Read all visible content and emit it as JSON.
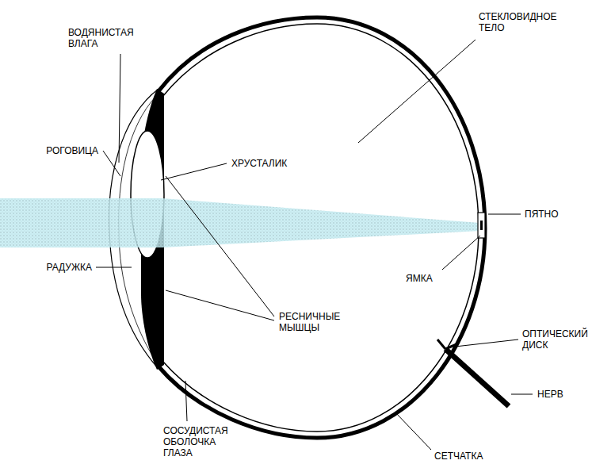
{
  "diagram": {
    "labels": [
      "ВОДЯНИСТАЯ ВЛАГА",
      "СТЕКЛОВИДНОЕ ТЕЛО",
      "РОГОВИЦА",
      "ХРУСТАЛИК",
      "ПЯТНО",
      "РАДУЖКА",
      "ЯМКА",
      "РЕСНИЧНЫЕ МЫШЦЫ",
      "ОПТИЧЕСКИЙ ДИСК",
      "НЕРВ",
      "СОСУДИСТАЯ ОБОЛОЧКА ГЛАЗА",
      "СЕТЧАТКА"
    ]
  }
}
